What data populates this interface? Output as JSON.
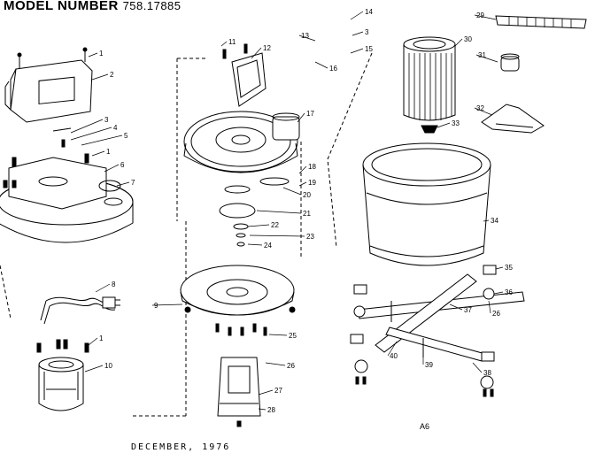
{
  "header": {
    "label": "MODEL NUMBER",
    "model": "758.17885"
  },
  "footer": {
    "date": "DECEMBER, 1976"
  },
  "diagram_code": "A6",
  "parts": [
    {
      "n": "1"
    },
    {
      "n": "2"
    },
    {
      "n": "3"
    },
    {
      "n": "4"
    },
    {
      "n": "5"
    },
    {
      "n": "1"
    },
    {
      "n": "6"
    },
    {
      "n": "7"
    },
    {
      "n": "8"
    },
    {
      "n": "1"
    },
    {
      "n": "10"
    },
    {
      "n": "11"
    },
    {
      "n": "12"
    },
    {
      "n": "13"
    },
    {
      "n": "14"
    },
    {
      "n": "3"
    },
    {
      "n": "15"
    },
    {
      "n": "16"
    },
    {
      "n": "17"
    },
    {
      "n": "18"
    },
    {
      "n": "19"
    },
    {
      "n": "20"
    },
    {
      "n": "21"
    },
    {
      "n": "22"
    },
    {
      "n": "23"
    },
    {
      "n": "24"
    },
    {
      "n": "9"
    },
    {
      "n": "25"
    },
    {
      "n": "26"
    },
    {
      "n": "27"
    },
    {
      "n": "28"
    },
    {
      "n": "29"
    },
    {
      "n": "30"
    },
    {
      "n": "31"
    },
    {
      "n": "32"
    },
    {
      "n": "33"
    },
    {
      "n": "34"
    },
    {
      "n": "35"
    },
    {
      "n": "36"
    },
    {
      "n": "37"
    },
    {
      "n": "26"
    },
    {
      "n": "40"
    },
    {
      "n": "39"
    },
    {
      "n": "38"
    }
  ]
}
